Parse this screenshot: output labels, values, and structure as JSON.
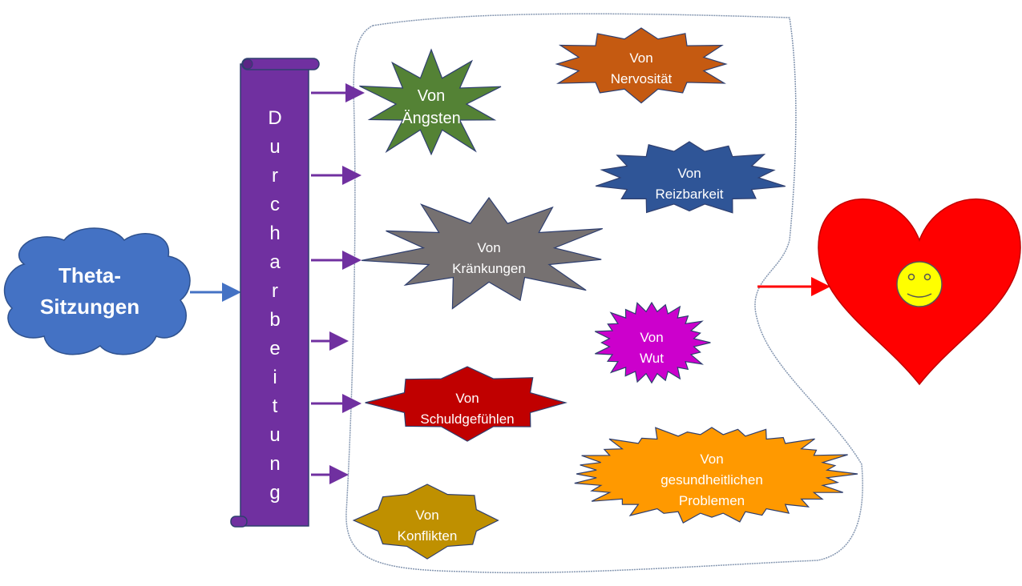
{
  "cloud": {
    "lines": [
      "Theta-",
      "Sitzungen"
    ],
    "color": "#4472C4"
  },
  "scroll": {
    "letters": [
      "D",
      "u",
      "r",
      "c",
      "h",
      "a",
      "r",
      "b",
      "e",
      "i",
      "t",
      "u",
      "n",
      "g"
    ],
    "color": "#7030A0"
  },
  "bursts": [
    {
      "id": "aengsten",
      "lines": [
        "Von",
        "Ängsten"
      ],
      "color": "#548235"
    },
    {
      "id": "nervositaet",
      "lines": [
        "Von",
        "Nervosität"
      ],
      "color": "#C55A11"
    },
    {
      "id": "reizbarkeit",
      "lines": [
        "Von",
        "Reizbarkeit"
      ],
      "color": "#2F5597"
    },
    {
      "id": "kraenkungen",
      "lines": [
        "Von",
        "Kränkungen"
      ],
      "color": "#767171"
    },
    {
      "id": "wut",
      "lines": [
        "Von",
        "Wut"
      ],
      "color": "#CC00CC"
    },
    {
      "id": "schuldgefuehlen",
      "lines": [
        "Von",
        "Schuldgefühlen"
      ],
      "color": "#C00000"
    },
    {
      "id": "gesundheit",
      "lines": [
        "Von",
        "gesundheitlichen",
        "Problemen"
      ],
      "color": "#FF9900"
    },
    {
      "id": "konflikten",
      "lines": [
        "Von",
        "Konflikten"
      ],
      "color": "#BF9000"
    }
  ],
  "heart": {
    "color": "#FF0000",
    "smiley": "#FFFF00"
  }
}
